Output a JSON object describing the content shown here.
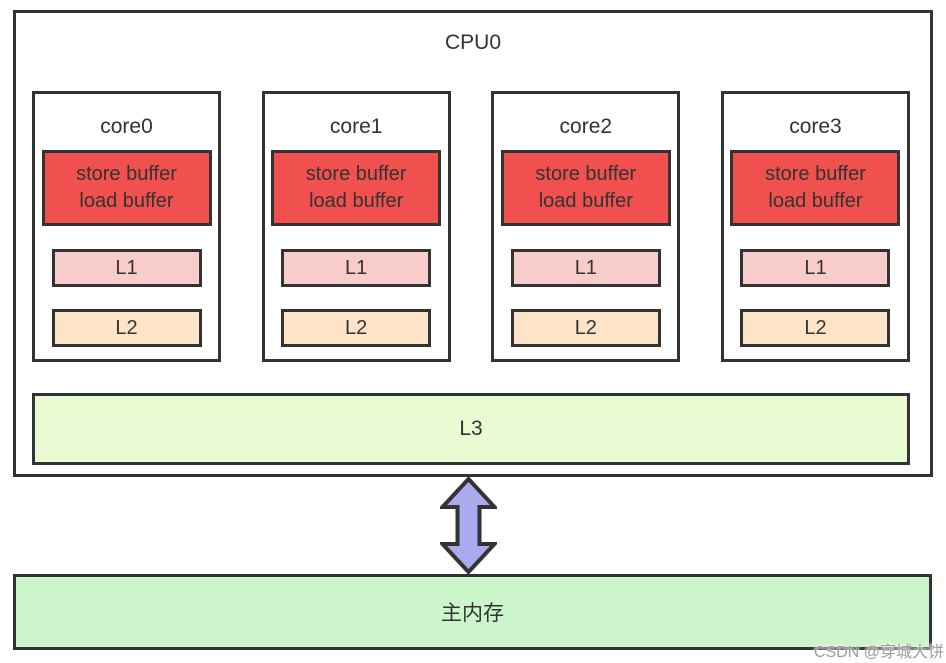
{
  "cpu": {
    "label": "CPU0",
    "cores": [
      {
        "label": "core0",
        "buffer_line1": "store buffer",
        "buffer_line2": "load buffer",
        "l1_label": "L1",
        "l2_label": "L2"
      },
      {
        "label": "core1",
        "buffer_line1": "store buffer",
        "buffer_line2": "load buffer",
        "l1_label": "L1",
        "l2_label": "L2"
      },
      {
        "label": "core2",
        "buffer_line1": "store buffer",
        "buffer_line2": "load buffer",
        "l1_label": "L1",
        "l2_label": "L2"
      },
      {
        "label": "core3",
        "buffer_line1": "store buffer",
        "buffer_line2": "load buffer",
        "l1_label": "L1",
        "l2_label": "L2"
      }
    ],
    "l3_label": "L3"
  },
  "memory": {
    "label": "主内存"
  },
  "watermark": {
    "text": "CSDN @穿城大饼"
  },
  "colors": {
    "border": "#333333",
    "buffer_fill": "#f0514e",
    "l1_fill": "#f8cccb",
    "l2_fill": "#fde4c8",
    "l3_fill": "#e9fbd3",
    "memory_fill": "#ccf5cc",
    "arrow_fill": "#aaaaee",
    "background": "#ffffff",
    "watermark_text": "#9c9c9c"
  },
  "icons": {
    "arrow": "bidirectional-vertical-arrow"
  }
}
